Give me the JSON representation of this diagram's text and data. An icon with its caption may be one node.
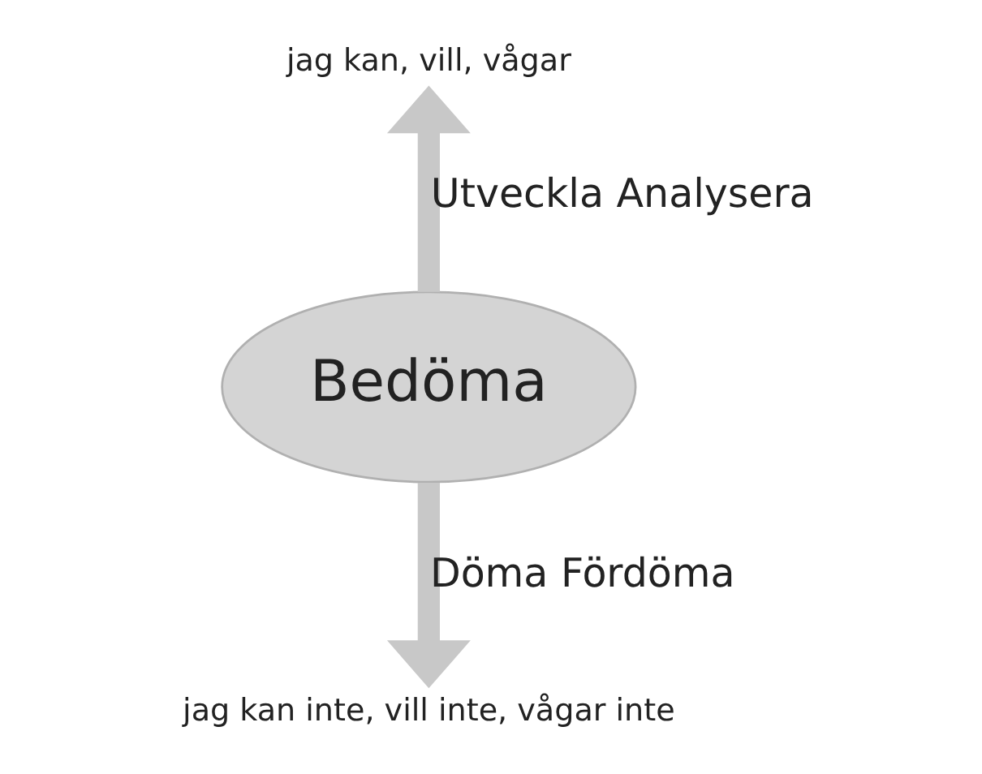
{
  "diagram": {
    "nodes": [
      {
        "text": [
          "Bedöma"
        ]
      },
      {
        "text": [
          "jag kan, vill, vågar"
        ]
      },
      {
        "text": [
          "jag kan inte, vill inte, vågar inte"
        ]
      }
    ],
    "edges": [
      {
        "from": 0,
        "to": 1,
        "arrow": "to",
        "label": "Utveckla Analysera"
      },
      {
        "from": 0,
        "to": 2,
        "arrow": "to",
        "label": "Döma Fördöma"
      }
    ]
  }
}
